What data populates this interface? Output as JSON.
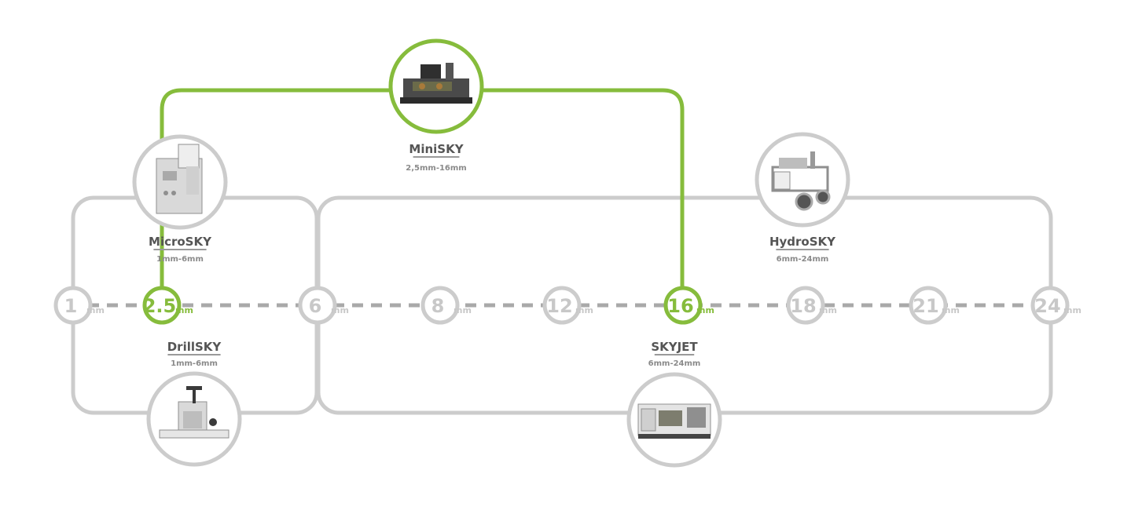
{
  "colors": {
    "accent": "#86bc3c",
    "line_gray": "#cccccc",
    "dash_gray": "#a9a9a9",
    "text_dark": "#555555",
    "text_light": "#8a8a8a"
  },
  "unit": "mm",
  "stops": [
    {
      "id": "1",
      "label": "1",
      "active": false
    },
    {
      "id": "2-5",
      "label": "2.5",
      "active": true
    },
    {
      "id": "6",
      "label": "6",
      "active": false
    },
    {
      "id": "8",
      "label": "8",
      "active": false
    },
    {
      "id": "12",
      "label": "12",
      "active": false
    },
    {
      "id": "16",
      "label": "16",
      "active": true
    },
    {
      "id": "18",
      "label": "18",
      "active": false
    },
    {
      "id": "21",
      "label": "21",
      "active": false
    },
    {
      "id": "24",
      "label": "24",
      "active": false
    }
  ],
  "products": {
    "minisky": {
      "name": "MiniSKY",
      "range": "2,5mm-16mm",
      "active": true,
      "icon": "minisky-machine-icon"
    },
    "microsky": {
      "name": "MicroSKY",
      "range": "1mm-6mm",
      "active": false,
      "icon": "microsky-machine-icon"
    },
    "hydrosky": {
      "name": "HydroSKY",
      "range": "6mm-24mm",
      "active": false,
      "icon": "hydrosky-machine-icon"
    },
    "drillsky": {
      "name": "DrillSKY",
      "range": "1mm-6mm",
      "active": false,
      "icon": "drillsky-machine-icon"
    },
    "skyjet": {
      "name": "SKYJET",
      "range": "6mm-24mm",
      "active": false,
      "icon": "skyjet-machine-icon"
    }
  }
}
